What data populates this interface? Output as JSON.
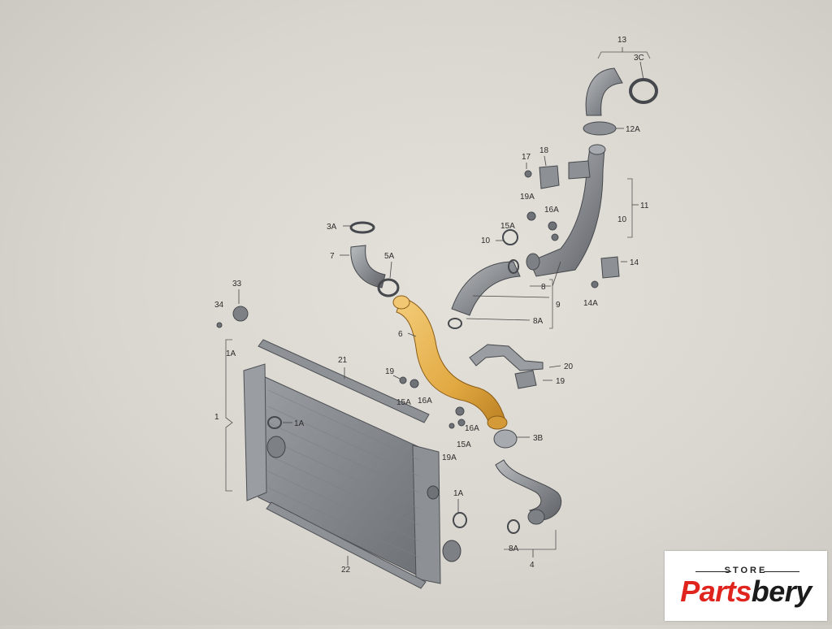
{
  "labels": {
    "l13": "13",
    "l3C": "3C",
    "l12A": "12A",
    "l17": "17",
    "l18": "18",
    "l19A_top": "19A",
    "l16A_top": "16A",
    "l15A_top": "15A",
    "l11": "11",
    "l10_brace": "10",
    "l10": "10",
    "l14": "14",
    "l14A": "14A",
    "l3A": "3A",
    "l7": "7",
    "l5A": "5A",
    "l8": "8",
    "l9": "9",
    "l8A_top": "8A",
    "l33": "33",
    "l34": "34",
    "l6": "6",
    "l1A_left": "1A",
    "l21": "21",
    "l20": "20",
    "l19_right": "19",
    "l19_mid": "19",
    "l15A_mid": "15A",
    "l16A_mid": "16A",
    "l1": "1",
    "l1A_inner": "1A",
    "l16A_low": "16A",
    "l15A_low": "15A",
    "l19A_low": "19A",
    "l3B": "3B",
    "l1A_right": "1A",
    "l8A_low": "8A",
    "l4": "4",
    "l22": "22"
  },
  "badge": {
    "store": "STORE",
    "name_red": "Parts",
    "name_black": "bery"
  },
  "colors": {
    "highlight": "#e8b24a",
    "part_gray": "#8a8d90",
    "background": "#dcd9d2",
    "brand_red": "#e0241e"
  }
}
